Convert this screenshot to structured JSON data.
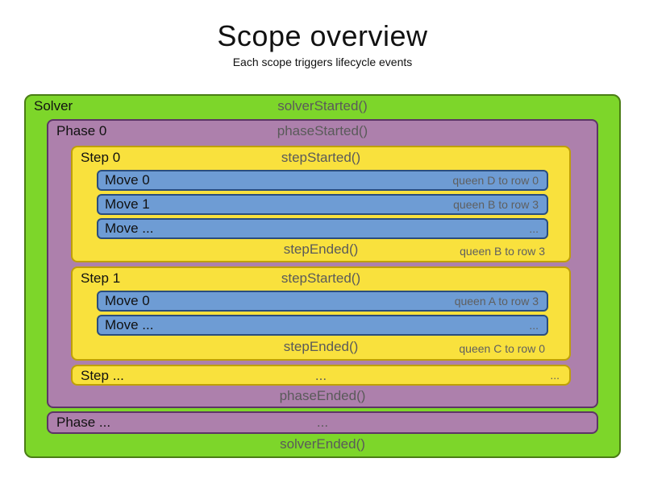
{
  "title": "Scope overview",
  "subtitle": "Each scope triggers lifecycle events",
  "solver": {
    "label": "Solver",
    "started": "solverStarted()",
    "ended": "solverEnded()",
    "phases": [
      {
        "label": "Phase 0",
        "started": "phaseStarted()",
        "ended": "phaseEnded()",
        "steps": [
          {
            "label": "Step 0",
            "started": "stepStarted()",
            "ended": "stepEnded()",
            "ended_note": "queen B to row 3",
            "moves": [
              {
                "label": "Move 0",
                "note": "queen D to row 0"
              },
              {
                "label": "Move 1",
                "note": "queen B to row 3"
              },
              {
                "label": "Move ...",
                "note": "..."
              }
            ]
          },
          {
            "label": "Step 1",
            "started": "stepStarted()",
            "ended": "stepEnded()",
            "ended_note": "queen C to row 0",
            "moves": [
              {
                "label": "Move 0",
                "note": "queen A to row 3"
              },
              {
                "label": "Move ...",
                "note": "..."
              }
            ]
          },
          {
            "label": "Step ...",
            "center": "...",
            "right": "..."
          }
        ]
      },
      {
        "label": "Phase ...",
        "center": "..."
      }
    ]
  },
  "colors": {
    "solver-fill": "#7dd62a",
    "solver-border": "#4a7d15",
    "phase-fill": "#ad80ac",
    "phase-border": "#5c3566",
    "step-fill": "#f9e13d",
    "step-border": "#bfa007",
    "move-fill": "#6e9cd4",
    "move-border": "#2a4d7e",
    "label-text": "#111111",
    "event-text": "#5a5a5a",
    "note-text": "#5f5f5f"
  }
}
